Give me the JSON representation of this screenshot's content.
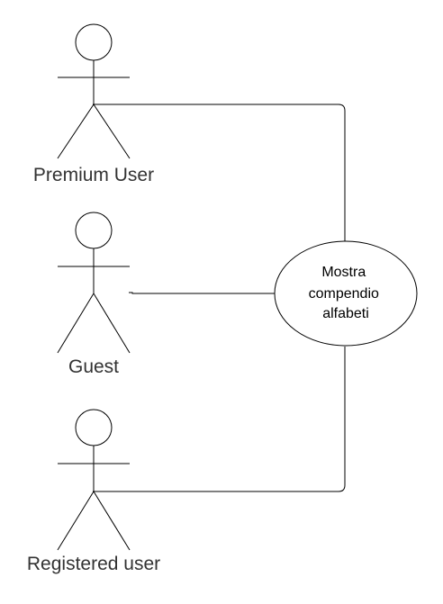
{
  "diagram": {
    "type": "use-case",
    "actors": [
      {
        "id": "premium",
        "name": "Premium User"
      },
      {
        "id": "guest",
        "name": "Guest"
      },
      {
        "id": "registered",
        "name": "Registered user"
      }
    ],
    "use_case": {
      "lines": [
        "Mostra",
        "compendio",
        "alfabeti"
      ]
    },
    "associations": [
      {
        "from": "premium",
        "to": "use_case"
      },
      {
        "from": "guest",
        "to": "use_case"
      },
      {
        "from": "registered",
        "to": "use_case"
      }
    ]
  }
}
